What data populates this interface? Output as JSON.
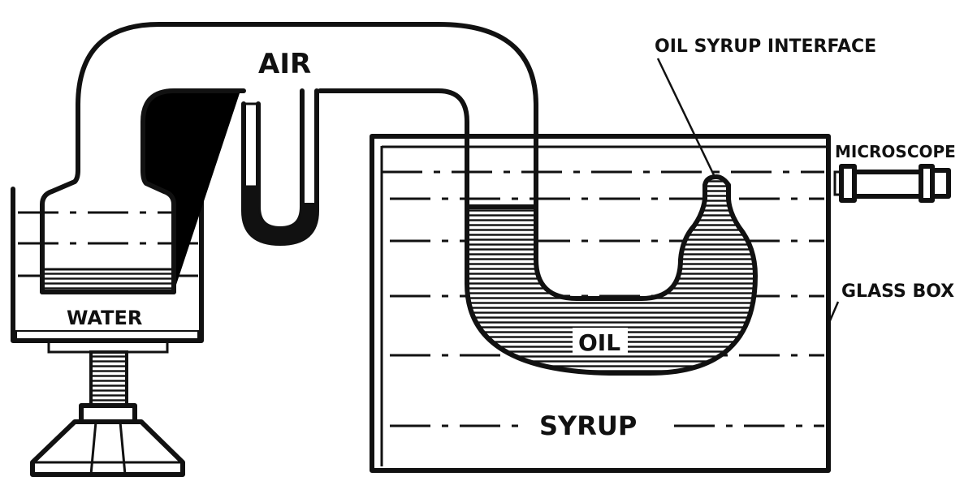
{
  "labels": {
    "air": "AIR",
    "interface": "OIL SYRUP INTERFACE",
    "microscope": "MICROSCOPE",
    "glass_box": "GLASS BOX",
    "water": "WATER",
    "oil": "OIL",
    "syrup": "SYRUP"
  },
  "colors": {
    "ink": "#111111",
    "paper": "#ffffff"
  }
}
